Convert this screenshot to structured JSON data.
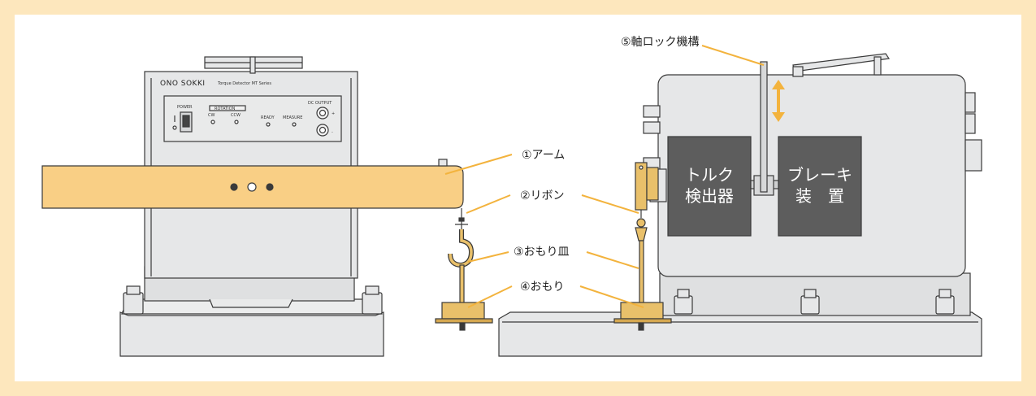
{
  "colors": {
    "border": "#fde7bd",
    "arm": "#f9cf85",
    "leader": "#f3b33d",
    "body": "#e6e7e8",
    "outline": "#3a3a3a",
    "darkbox": "#5d5d5d",
    "weight": "#e9c06a"
  },
  "front_panel": {
    "brand": "ONO SOKKI",
    "series": "Torque Detector MT Series",
    "power": "POWER",
    "rotation": "ROTATION",
    "cw": "CW",
    "ccw": "CCW",
    "ready": "READY",
    "measure": "MEASURE",
    "dc_output": "DC OUTPUT",
    "plus": "+",
    "minus": "-"
  },
  "callouts": {
    "arm": "①アーム",
    "ribbon": "②リボン",
    "pan": "③おもり皿",
    "weight": "④おもり",
    "lock": "⑤軸ロック機構"
  },
  "boxes": {
    "torque_line1": "トルク",
    "torque_line2": "検出器",
    "brake_line1": "ブレーキ",
    "brake_line2": "装　置"
  },
  "icons": [
    "double-arrow-icon",
    "screw-hole-icon"
  ]
}
